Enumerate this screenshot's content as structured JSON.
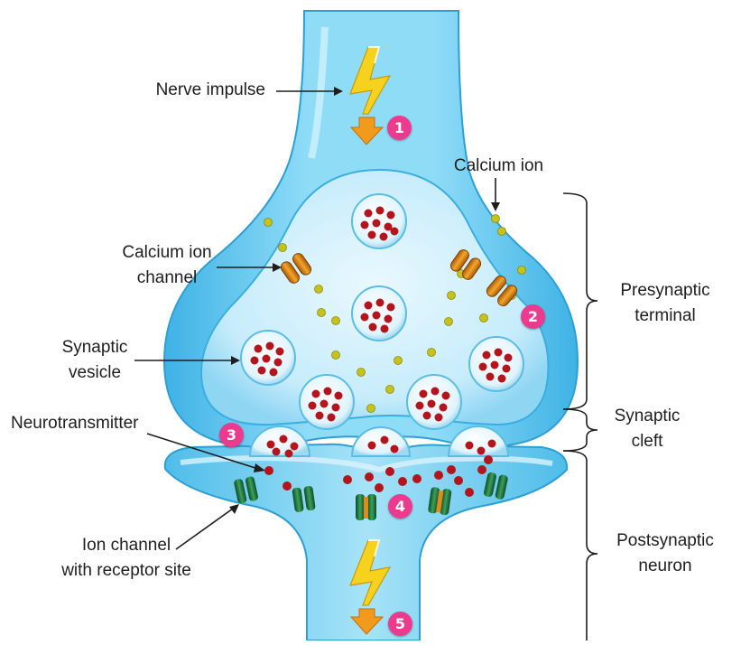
{
  "labels": {
    "nerve_impulse": "Nerve impulse",
    "calcium_ion": "Calcium ion",
    "calcium_ion_channel_1": "Calcium ion",
    "calcium_ion_channel_2": "channel",
    "synaptic_vesicle_1": "Synaptic",
    "synaptic_vesicle_2": "vesicle",
    "neurotransmitter": "Neurotransmitter",
    "ion_channel_1": "Ion channel",
    "ion_channel_2": "with receptor site",
    "presynaptic_1": "Presynaptic",
    "presynaptic_2": "terminal",
    "synaptic_cleft_1": "Synaptic",
    "synaptic_cleft_2": "cleft",
    "postsynaptic_1": "Postsynaptic",
    "postsynaptic_2": "neuron"
  },
  "steps": [
    "1",
    "2",
    "3",
    "4",
    "5"
  ],
  "colors": {
    "neuron": "#5cc6ec",
    "neuron_dark": "#2f9fd3",
    "neuron_light": "#bfeafb",
    "vesicle_fill": "#e4f6fd",
    "neurotransmitter": "#b4141c",
    "calcium": "#c8c41a",
    "channel": "#e68a12",
    "receptor": "#1f6e3c",
    "badge": "#ec3b8e",
    "impulse": "#f4c21a"
  },
  "icons": {
    "impulse": "lightning-bolt-icon",
    "arrow": "down-arrow-icon"
  }
}
